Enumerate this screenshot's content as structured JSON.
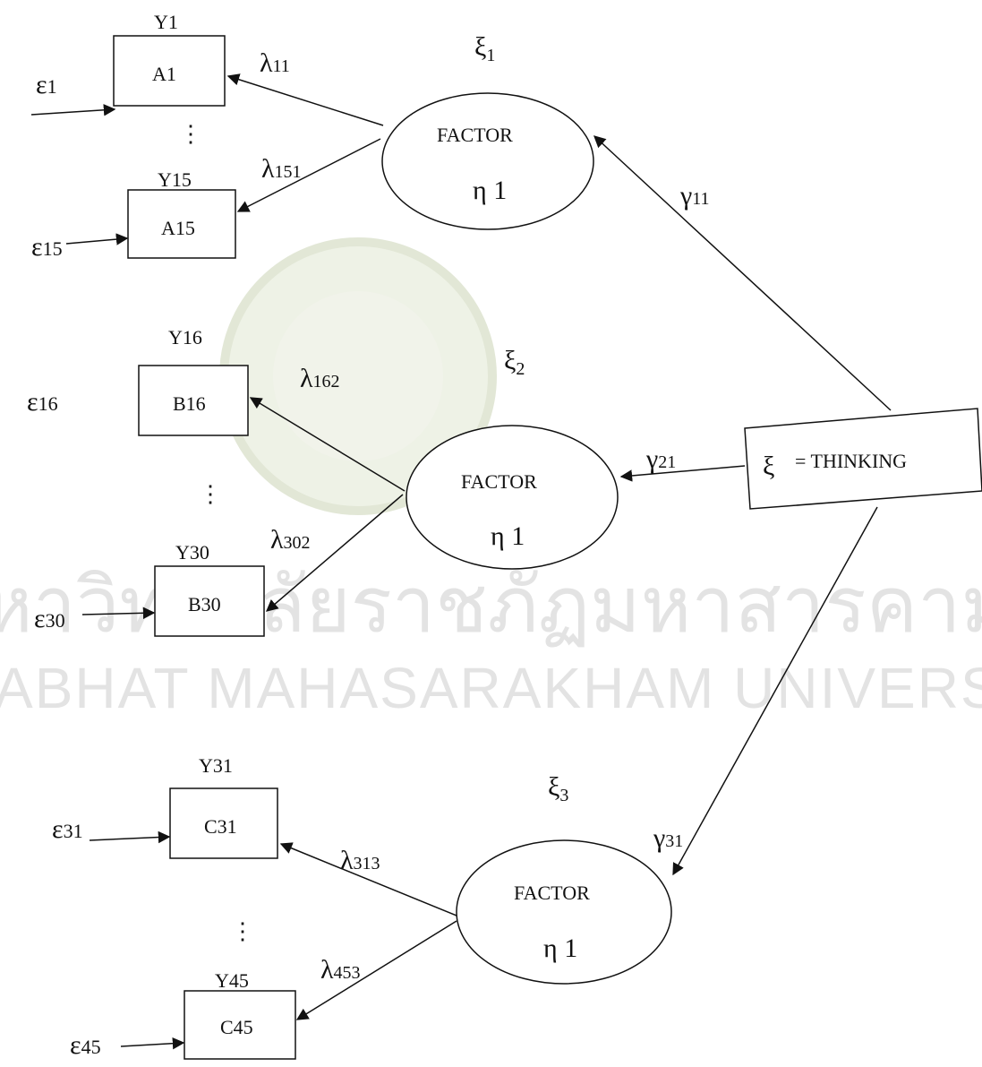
{
  "watermark": {
    "thai_text": "หาวิทยาลัยราชภัฏมหาสารคาม",
    "english_text": "JABHAT MAHASARAKHAM UNIVERSITY"
  },
  "diagram": {
    "exogenous": {
      "symbol": "ξ",
      "label": "= THINKING"
    },
    "factors": [
      {
        "xi_symbol": "ξ",
        "xi_sub": "1",
        "name": "FACTOR",
        "eta": "η 1",
        "gamma": "γ",
        "gamma_sub": "11",
        "indicators": [
          {
            "y": "Y1",
            "box": "A1",
            "error": "ε",
            "error_sub": "1",
            "lambda": "λ",
            "lambda_sub": "11"
          },
          {
            "y": "Y15",
            "box": "A15",
            "error": "ε",
            "error_sub": "15",
            "lambda": "λ",
            "lambda_sub": "151"
          }
        ]
      },
      {
        "xi_symbol": "ξ",
        "xi_sub": "2",
        "name": "FACTOR",
        "eta": "η 1",
        "gamma": "γ",
        "gamma_sub": "21",
        "indicators": [
          {
            "y": "Y16",
            "box": "B16",
            "error": "ε",
            "error_sub": "16",
            "lambda": "λ",
            "lambda_sub": "162"
          },
          {
            "y": "Y30",
            "box": "B30",
            "error": "ε",
            "error_sub": "30",
            "lambda": "λ",
            "lambda_sub": "302"
          }
        ]
      },
      {
        "xi_symbol": "ξ",
        "xi_sub": "3",
        "name": "FACTOR",
        "eta": "η 1",
        "gamma": "γ",
        "gamma_sub": "31",
        "indicators": [
          {
            "y": "Y31",
            "box": "C31",
            "error": "ε",
            "error_sub": "31",
            "lambda": "λ",
            "lambda_sub": "313"
          },
          {
            "y": "Y45",
            "box": "C45",
            "error": "ε",
            "error_sub": "45",
            "lambda": "λ",
            "lambda_sub": "453"
          }
        ]
      }
    ],
    "ellipsis": "⋮"
  }
}
